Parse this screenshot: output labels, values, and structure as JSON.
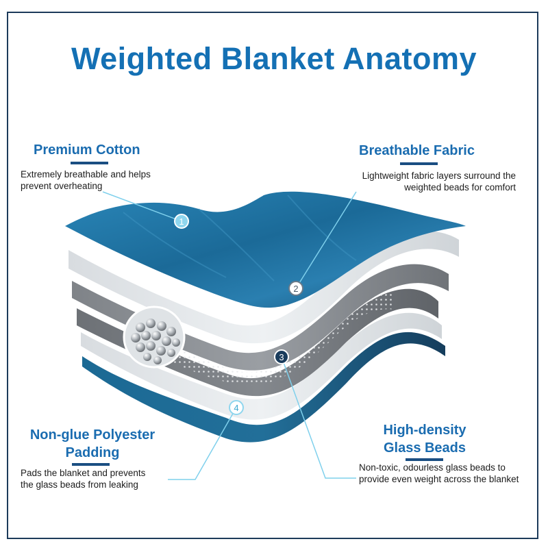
{
  "title": "Weighted Blanket Anatomy",
  "layers": [
    {
      "number": "1",
      "heading": "Premium Cotton",
      "description_lines": [
        "Extremely breathable and helps",
        "prevent overheating"
      ]
    },
    {
      "number": "2",
      "heading": "Breathable Fabric",
      "description_lines": [
        "Lightweight fabric layers surround the",
        "weighted beads for comfort"
      ]
    },
    {
      "number": "3",
      "heading_lines": [
        "High-density",
        "Glass Beads"
      ],
      "description_lines": [
        "Non-toxic, odourless glass beads to",
        "provide even weight across the blanket"
      ]
    },
    {
      "number": "4",
      "heading_lines": [
        "Non-glue Polyester",
        "Padding"
      ],
      "description_lines": [
        "Pads the blanket and prevents",
        "the glass beads from leaking"
      ]
    }
  ],
  "colors": {
    "title": "#1470b4",
    "heading": "#1a6cb0",
    "heading_bar": "#1a4e82",
    "cotton_blue": "#1f6e9c",
    "fabric_white": "#e4e8ec",
    "padding_gray": "#8e9297",
    "leader_line": "#7fd0ec"
  }
}
